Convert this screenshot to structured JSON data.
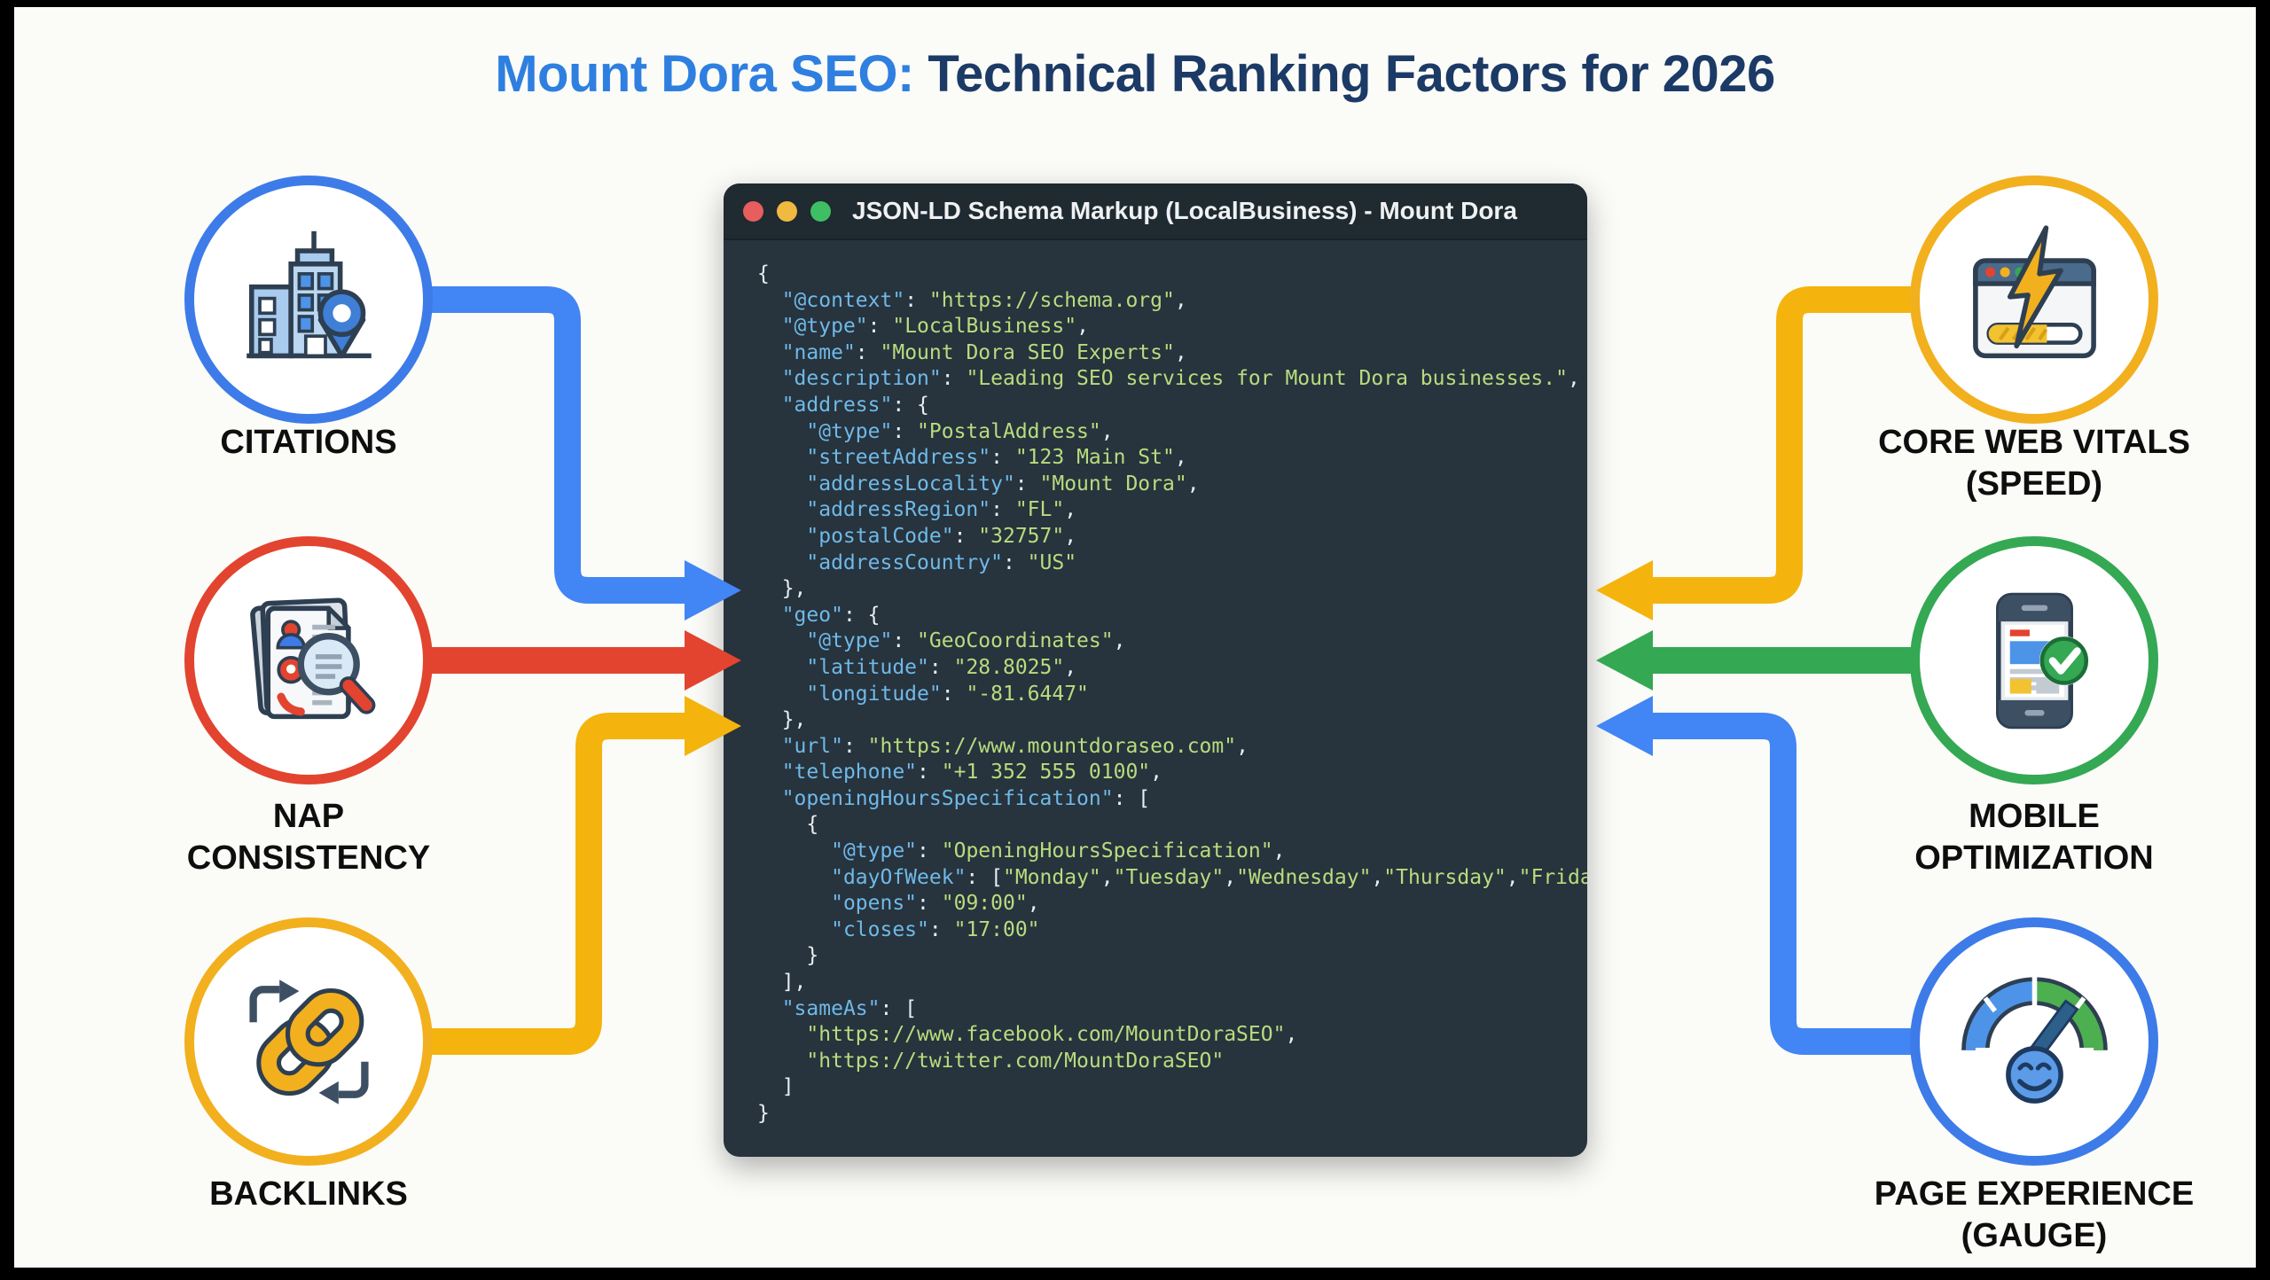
{
  "title": {
    "highlight": "Mount Dora SEO:",
    "rest": " Technical Ranking Factors for 2026",
    "highlight_color": "#2E7FE0",
    "rest_color": "#1C3A66"
  },
  "code_window": {
    "titlebar": "JSON-LD Schema Markup (LocalBusiness) - Mount Dora",
    "traffic_lights": [
      "#E85D5D",
      "#F0B93F",
      "#3FBF63"
    ],
    "colors": {
      "header_bg": "#1F2A31",
      "body_bg": "#27333D",
      "key": "#6FB9E8",
      "string": "#B8DC7E",
      "punctuation": "#E8EEF2"
    },
    "code_lines": [
      "{",
      "  \"@context\": \"https://schema.org\",",
      "  \"@type\": \"LocalBusiness\",",
      "  \"name\": \"Mount Dora SEO Experts\",",
      "  \"description\": \"Leading SEO services for Mount Dora businesses.\",",
      "  \"address\": {",
      "    \"@type\": \"PostalAddress\",",
      "    \"streetAddress\": \"123 Main St\",",
      "    \"addressLocality\": \"Mount Dora\",",
      "    \"addressRegion\": \"FL\",",
      "    \"postalCode\": \"32757\",",
      "    \"addressCountry\": \"US\"",
      "  },",
      "  \"geo\": {",
      "    \"@type\": \"GeoCoordinates\",",
      "    \"latitude\": \"28.8025\",",
      "    \"longitude\": \"-81.6447\"",
      "  },",
      "  \"url\": \"https://www.mountdoraseo.com\",",
      "  \"telephone\": \"+1 352 555 0100\",",
      "  \"openingHoursSpecification\": [",
      "    {",
      "      \"@type\": \"OpeningHoursSpecification\",",
      "      \"dayOfWeek\": [\"Monday\",\"Tuesday\",\"Wednesday\",\"Thursday\",\"Friday\"],",
      "      \"opens\": \"09:00\",",
      "      \"closes\": \"17:00\"",
      "    }",
      "  ],",
      "  \"sameAs\": [",
      "    \"https://www.facebook.com/MountDoraSEO\",",
      "    \"https://twitter.com/MountDoraSEO\"",
      "  ]",
      "}"
    ]
  },
  "factors": {
    "left": [
      {
        "label_lines": [
          "CITATIONS"
        ],
        "ring_color": "#3D7BE8",
        "icon": "building-location-icon"
      },
      {
        "label_lines": [
          "NAP",
          "CONSISTENCY"
        ],
        "ring_color": "#E2442F",
        "icon": "documents-magnifier-icon"
      },
      {
        "label_lines": [
          "BACKLINKS"
        ],
        "ring_color": "#F2B01E",
        "icon": "chain-links-icon"
      }
    ],
    "right": [
      {
        "label_lines": [
          "CORE WEB VITALS",
          "(SPEED)"
        ],
        "ring_color": "#F2B01E",
        "icon": "browser-lightning-icon"
      },
      {
        "label_lines": [
          "MOBILE",
          "OPTIMIZATION"
        ],
        "ring_color": "#34A853",
        "icon": "phone-check-icon"
      },
      {
        "label_lines": [
          "PAGE EXPERIENCE",
          "(GAUGE)"
        ],
        "ring_color": "#3D7BE8",
        "icon": "gauge-smiley-icon"
      }
    ]
  },
  "arrows": {
    "left": [
      {
        "from": "citations",
        "color": "#4285F4"
      },
      {
        "from": "nap-consistency",
        "color": "#E2442F"
      },
      {
        "from": "backlinks",
        "color": "#F4B40D"
      }
    ],
    "right": [
      {
        "from": "core-web-vitals",
        "color": "#F4B40D"
      },
      {
        "from": "mobile-optimization",
        "color": "#34A853"
      },
      {
        "from": "page-experience",
        "color": "#4285F4"
      }
    ]
  }
}
